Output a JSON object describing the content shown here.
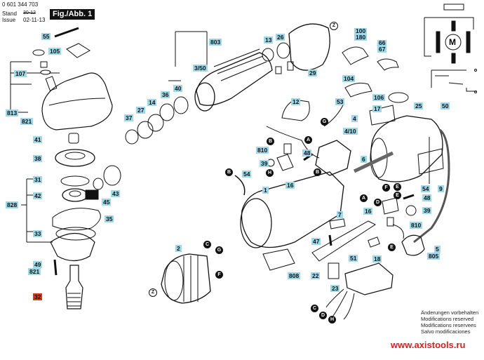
{
  "header": {
    "part_number": "0 601 344 703",
    "stand_label": "Stand",
    "issue_label": "Issue",
    "old_date_struck": "30-12",
    "issue_date": "02-11-13",
    "figure_title": "Fig./Abb. 1"
  },
  "labels": {
    "p55": "55",
    "p105": "105",
    "p107": "107",
    "p813": "813",
    "p821a": "821",
    "p41": "41",
    "p38": "38",
    "p31": "31",
    "p42": "42",
    "p828": "828",
    "p35": "35",
    "p33": "33",
    "p49": "49",
    "p821b": "821",
    "p32": "32",
    "p43": "43",
    "p45": "45",
    "p37": "37",
    "p27": "27",
    "p14": "14",
    "p36": "36",
    "p40": "40",
    "p803": "803",
    "p3_50": "3/50",
    "p13": "13",
    "p26": "26",
    "p29": "29",
    "p100": "100",
    "p180": "180",
    "p66": "66",
    "p67": "67",
    "p104": "104",
    "p106": "106",
    "p17": "17",
    "p25": "25",
    "p50": "50",
    "p12": "12",
    "p53": "53",
    "p4": "4",
    "p4_10": "4/10",
    "p810a": "810",
    "p48a": "48",
    "p39a": "39",
    "p16a": "16",
    "p6": "6",
    "p54a": "54",
    "p1": "1",
    "p2": "2",
    "p54b": "54",
    "p9": "9",
    "p48b": "48",
    "p16b": "16",
    "p39b": "39",
    "p810b": "810",
    "p5": "5",
    "p805": "805",
    "p18": "18",
    "p7": "7",
    "p47": "47",
    "p808": "808",
    "p22": "22",
    "p51": "51",
    "p23": "23"
  },
  "connectors": {
    "A": "A",
    "B": "B",
    "C": "C",
    "D": "D",
    "E": "E",
    "F": "F",
    "G": "G",
    "H": "H",
    "Z": "Z"
  },
  "schematic": {
    "motor_symbol": "M"
  },
  "footer": {
    "notes": [
      "Änderungen vorbehalten",
      "Modifications reserved",
      "Modifications reservees",
      "Salvo modificaciones"
    ],
    "website": "www.axistools.ru"
  },
  "colors": {
    "label_bg": "#9fd8e8",
    "highlight_bg": "#d9381e",
    "url": "#d62020"
  }
}
